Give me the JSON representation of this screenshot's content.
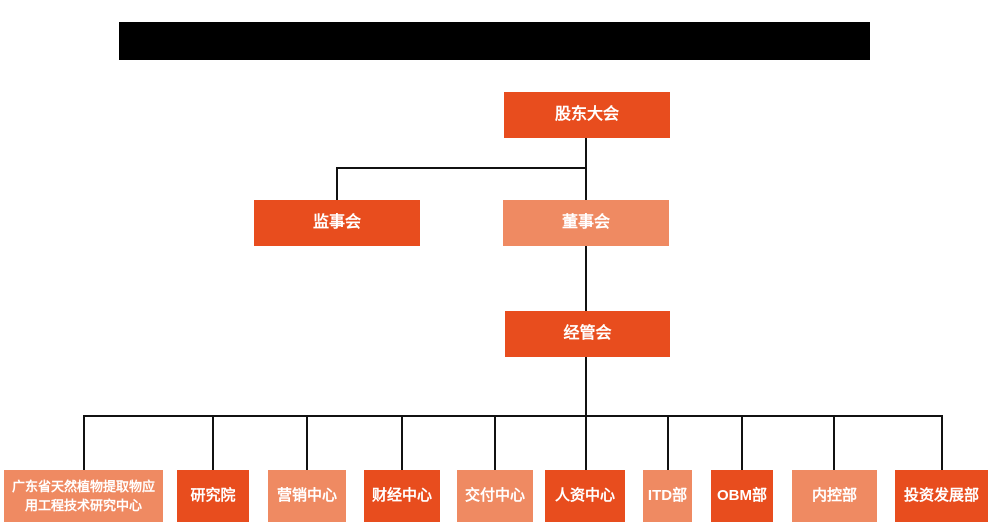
{
  "colors": {
    "background": "#ffffff",
    "title_bar": "#000000",
    "node_primary": "#e84d1e",
    "node_secondary": "#ef8a62",
    "node_text": "#ffffff",
    "connector": "#111111"
  },
  "title_bar": {
    "text": ""
  },
  "nodes": {
    "shareholders_meeting": "股东大会",
    "supervisory_board": "监事会",
    "board_of_directors": "董事会",
    "management_committee": "经管会"
  },
  "departments": [
    "广东省天然植物提取物应用工程技术研究中心",
    "研究院",
    "营销中心",
    "财经中心",
    "交付中心",
    "人资中心",
    "ITD部",
    "OBM部",
    "内控部",
    "投资发展部"
  ]
}
